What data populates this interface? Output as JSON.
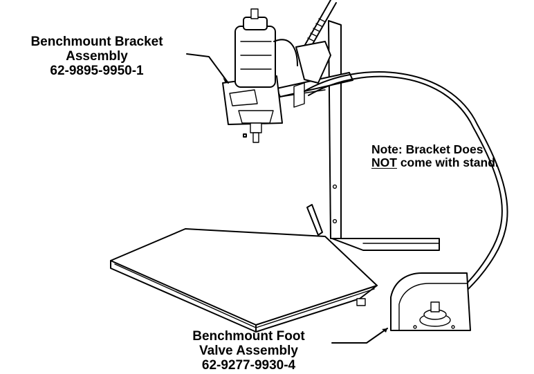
{
  "callouts": {
    "bracket": {
      "line1": "Benchmount Bracket",
      "line2": "Assembly",
      "part_number": "62-9895-9950-1"
    },
    "foot_valve": {
      "line1": "Benchmount Foot",
      "line2": "Valve Assembly",
      "part_number": "62-9277-9930-4"
    },
    "note": {
      "line1": "Note: Bracket Does",
      "line2_underlined": "NOT",
      "line2_rest": " come with stand."
    }
  },
  "colors": {
    "ink": "#000000",
    "paper": "#ffffff"
  }
}
